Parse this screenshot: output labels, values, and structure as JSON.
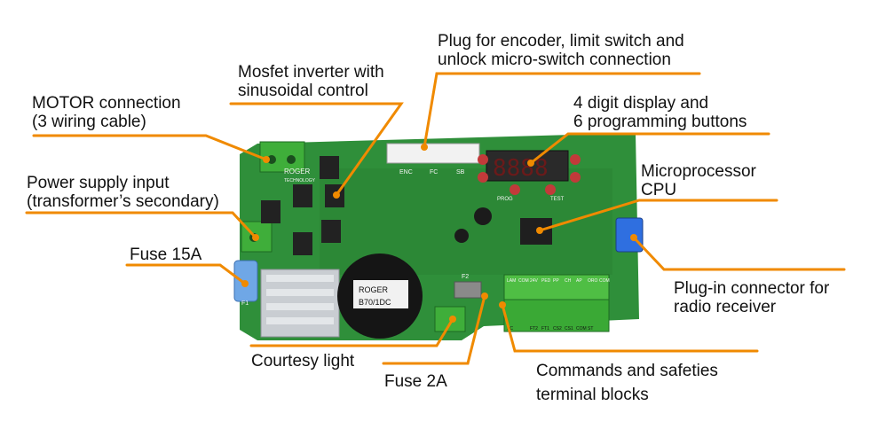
{
  "colors": {
    "leader": "#f08a00",
    "pcb": "#2f8f3a",
    "pcb_dark": "#1f6e2a",
    "terminal": "#3fae3a",
    "connector_blue": "#2f6fe0",
    "capacitor": "#151515"
  },
  "board": {
    "brand": "ROGER",
    "brand_sub": "TECHNOLOGY",
    "model": "B70/1DC",
    "silk_enc": "ENC",
    "silk_fc": "FC",
    "silk_sb": "SB",
    "silk_prog": "PROG",
    "silk_test": "TEST",
    "silk_f1": "F1",
    "silk_f2": "F2",
    "terminal_top": [
      "LAM",
      "COM",
      "24V",
      "PED",
      "PP",
      "CH",
      "AP",
      "ORO",
      "COM"
    ],
    "terminal_bottom": [
      "SC",
      "",
      "FT2",
      "FT1",
      "CS2",
      "CS1",
      "COM",
      "ST"
    ]
  },
  "labels": {
    "encoder": [
      "Plug for encoder, limit switch and",
      "unlock micro-switch connection"
    ],
    "mosfet": [
      "Mosfet inverter with",
      "sinusoidal control"
    ],
    "motor": [
      "MOTOR connection",
      "(3 wiring cable)"
    ],
    "display": [
      "4 digit display and",
      "6 programming buttons"
    ],
    "cpu": [
      "Microprocessor",
      "CPU"
    ],
    "power": [
      "Power supply input",
      "(transformer’s secondary)"
    ],
    "fuse15": [
      "Fuse 15A"
    ],
    "radio": [
      "Plug-in connector for",
      "radio receiver"
    ],
    "courtesy": [
      "Courtesy light"
    ],
    "fuse2": [
      "Fuse 2A"
    ],
    "commands": [
      "Commands and safeties",
      "terminal blocks"
    ]
  }
}
